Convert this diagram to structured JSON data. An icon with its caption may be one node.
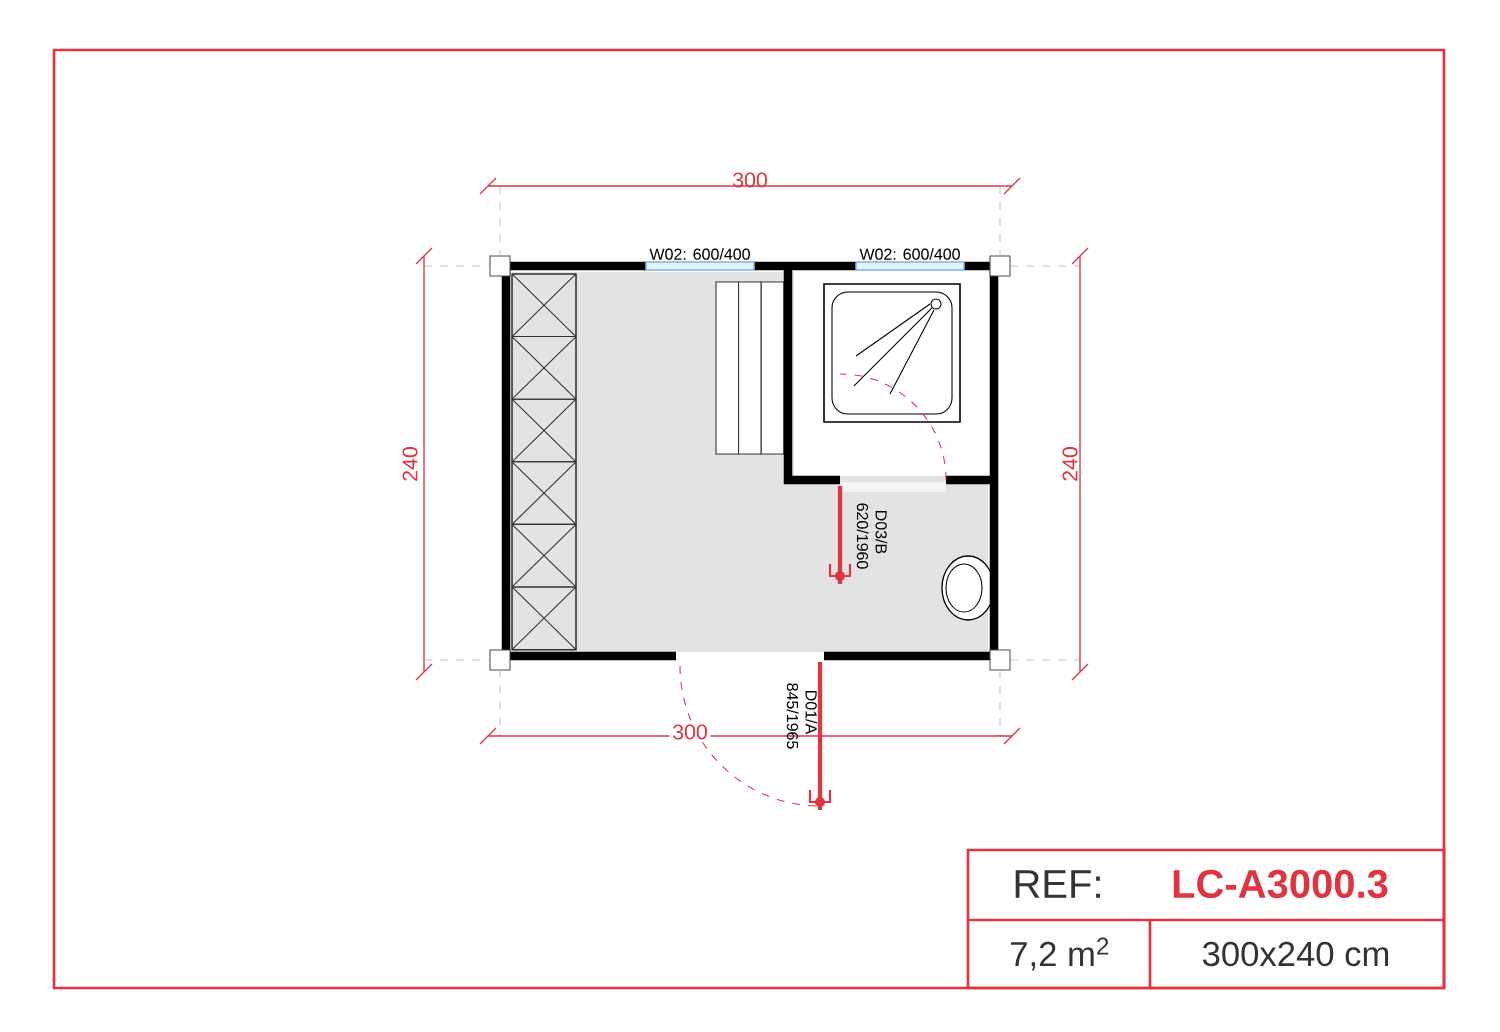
{
  "diagram": {
    "labels": [
      "300",
      "W02: 600/400",
      "W02: 600/400",
      "240",
      "240",
      "D03/B 620/1960",
      "D01/A 845/1965",
      "300",
      "REF:",
      "LC-A3000.3",
      "7,2 m$^{2}$",
      "300x240 cm"
    ]
  }
}
